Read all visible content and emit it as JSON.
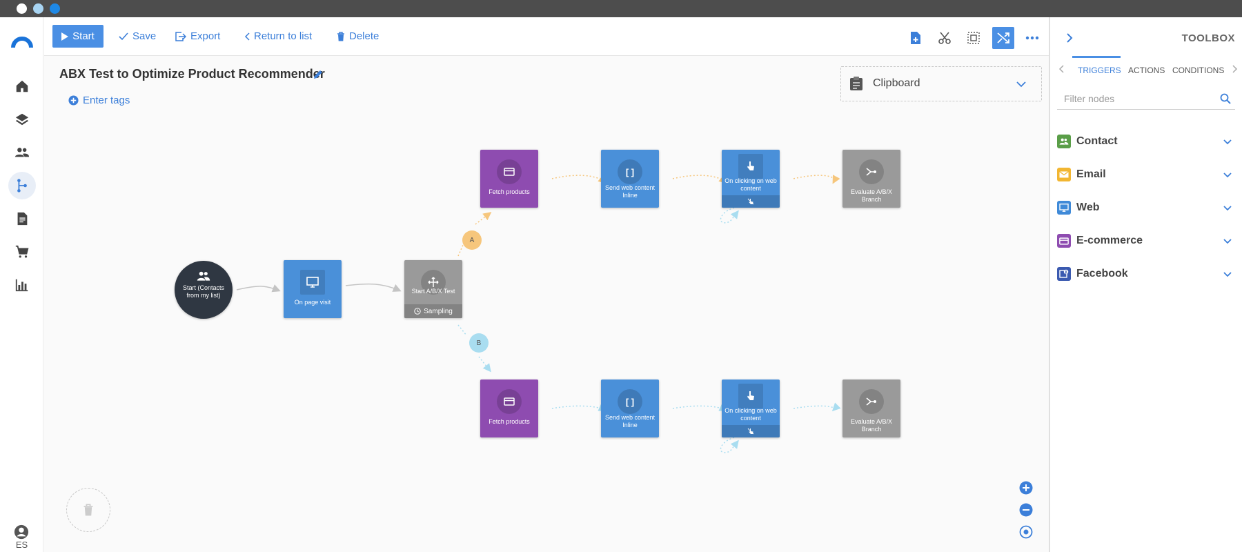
{
  "window": {
    "title": ""
  },
  "nav": {
    "language": "ES"
  },
  "toolbar": {
    "start_label": "Start",
    "save_label": "Save",
    "export_label": "Export",
    "return_label": "Return to list",
    "delete_label": "Delete"
  },
  "page": {
    "title": "ABX Test to Optimize Product Recommender",
    "tags_label": "Enter tags",
    "clipboard_label": "Clipboard"
  },
  "workflow": {
    "start_node": "Start (Contacts from my list)",
    "page_visit": "On page visit",
    "abx_test": "Start A/B/X Test",
    "abx_footer": "Sampling",
    "branch_a_badge": "A",
    "branch_b_badge": "B",
    "branch_a": {
      "fetch": "Fetch products",
      "send": "Send web content Inline",
      "click": "On clicking on web content",
      "evaluate": "Evaluate A/B/X Branch"
    },
    "branch_b": {
      "fetch": "Fetch products",
      "send": "Send web content Inline",
      "click": "On clicking on web content",
      "evaluate": "Evaluate A/B/X Branch"
    }
  },
  "toolbox": {
    "title": "TOOLBOX",
    "tabs": [
      {
        "label": "TRIGGERS",
        "active": true
      },
      {
        "label": "ACTIONS",
        "active": false
      },
      {
        "label": "CONDITIONS",
        "active": false
      }
    ],
    "filter_placeholder": "Filter nodes",
    "categories": [
      {
        "label": "Contact",
        "color": "#5a9e48",
        "icon": "contacts-icon"
      },
      {
        "label": "Email",
        "color": "#f2b632",
        "icon": "email-icon"
      },
      {
        "label": "Web",
        "color": "#3f8ad8",
        "icon": "monitor-icon"
      },
      {
        "label": "E-commerce",
        "color": "#8e4cb0",
        "icon": "card-icon"
      },
      {
        "label": "Facebook",
        "color": "#3b5ab0",
        "icon": "facebook-icon"
      }
    ]
  },
  "colors": {
    "accent": "#4a8fe4",
    "node_purple": "#8e4cb0",
    "node_blue": "#4a90d9",
    "node_grey": "#9a9a9a",
    "branch_a": "#f6c67c",
    "branch_b": "#a9ddf0"
  }
}
